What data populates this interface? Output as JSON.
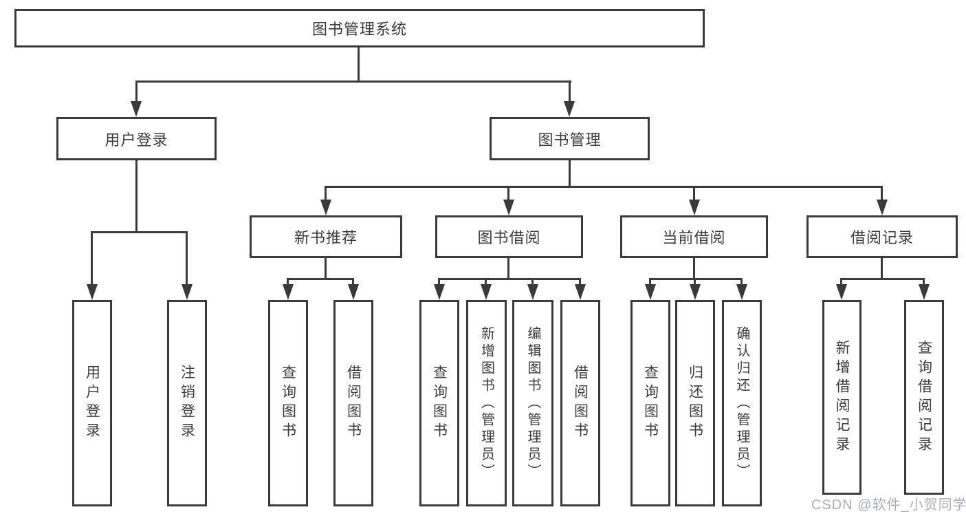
{
  "diagram_title": "图书管理系统",
  "colors": {
    "line": "#3a3a3a",
    "box_border": "#3a3a3a",
    "text": "#3b3b3b",
    "background": "#ffffff",
    "watermark": "#a9aeb6"
  },
  "nodes": {
    "root": "图书管理系统",
    "user_login": "用户登录",
    "book_mgmt": "图书管理",
    "new_books": "新书推荐",
    "book_borrow": "图书借阅",
    "current_borrow": "当前借阅",
    "borrow_records": "借阅记录",
    "leaf_user_login": "用户登录",
    "leaf_logout": "注销登录",
    "nb_query_books": "查询图书",
    "nb_borrow_books": "借阅图书",
    "bb_query_books": "查询图书",
    "bb_add_books": "新增图书（管理员）",
    "bb_edit_books": "编辑图书（管理员）",
    "bb_borrow_books": "借阅图书",
    "cb_query_books": "查询图书",
    "cb_return_books": "归还图书",
    "cb_confirm_return": "确认归还（管理员）",
    "br_add_record": "新增借阅记录",
    "br_query_record": "查询借阅记录"
  },
  "watermark": "CSDN @软件_小贺同学"
}
